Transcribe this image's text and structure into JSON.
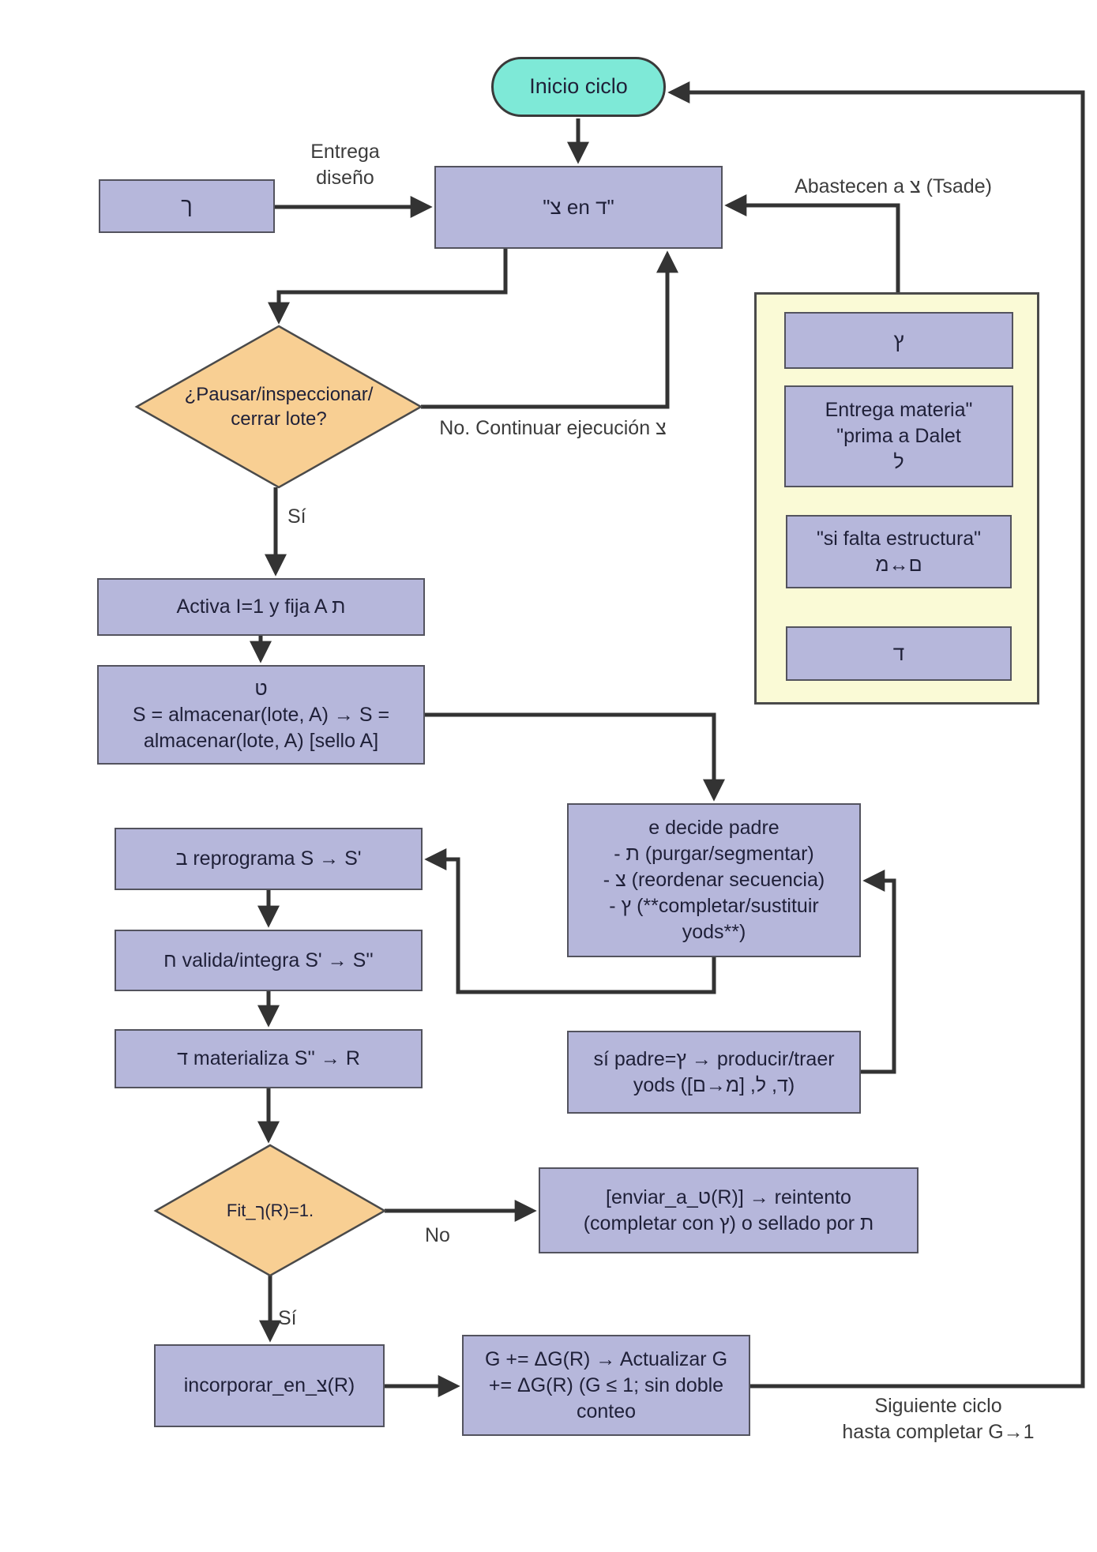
{
  "colors": {
    "box-fill": "#b6b7db",
    "box-border": "#53535e",
    "start-fill": "#7ee9d7",
    "pill-border": "#3a3a3a",
    "diamond-fill": "#f8cf93",
    "diamond-border": "#4a4a4a",
    "panel-fill": "#fafad6",
    "panel-border": "#4a4a4a",
    "line": "#333333",
    "text": "#1f2038",
    "label-text": "#3c3c3c"
  },
  "start": {
    "label": "Inicio ciclo"
  },
  "nodes": {
    "kaf_box": "ך",
    "main_box": "\"צ en ד\"",
    "activa": "Activa I=1 y fija A ת",
    "almacenar": "ט\nS = almacenar(lote, A) → S =\nalmacenar(lote, A) [sello A]",
    "decide": "e decide padre\n- ת (purgar/segmentar)\n- צ (reordenar secuencia)\n- ץ (**completar/sustituir\nyods**)",
    "reprograma": "ב reprograma S → S'",
    "valida": "ח valida/integra S' → S''",
    "materializa": "ד materializa S'' → R",
    "si_padre": "sí padre=ץ → producir/traer\nyods (ד, ל, [מ→ם])",
    "enviar": "[enviar_a_ט(R)] → reintento\n(completar con ץ) o sellado por ת",
    "incorporar": "incorporar_en_צ(R)",
    "actualizar": "G += ΔG(R) → Actualizar G\n+= ΔG(R) (G ≤ 1; sin doble\nconteo"
  },
  "decisions": {
    "pausar": "¿Pausar/inspeccionar/\ncerrar lote?",
    "fit": "Fit_ך(R)=1."
  },
  "panel": {
    "items": [
      "ץ",
      "Entrega materia\"\n\"prima a Dalet\nל",
      "\"si falta estructura\"\nם↔מ",
      "ד"
    ]
  },
  "labels": {
    "entrega": "Entrega\ndiseño",
    "abastecen": "Abastecen a צ (Tsade)",
    "no_continuar": "No. Continuar ejecución צ",
    "si1": "Sí",
    "no2": "No",
    "si2": "Sí",
    "siguiente": "Siguiente ciclo\nhasta completar G→1"
  }
}
